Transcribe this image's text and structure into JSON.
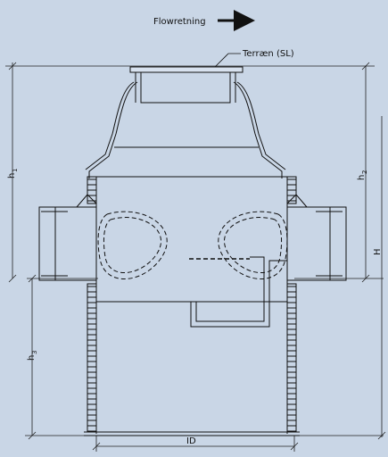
{
  "header": {
    "flow_label": "Flowretning"
  },
  "labels": {
    "terrain": "Terræn (SL)",
    "h1": "h",
    "h1_sub": "1",
    "h2": "h",
    "h2_sub": "2",
    "h3": "h",
    "h3_sub": "3",
    "H": "H",
    "ID": "ID"
  },
  "colors": {
    "background": "#c9d6e6",
    "line": "#1a1a1a",
    "dashed": "#1a1a1a"
  }
}
